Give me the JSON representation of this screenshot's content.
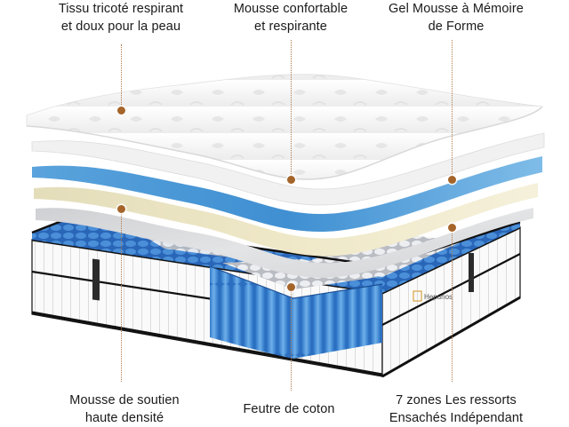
{
  "labels": {
    "top_left": {
      "line1": "Tissu tricoté respirant",
      "line2": "et doux pour la peau"
    },
    "top_center": {
      "line1": "Mousse confortable",
      "line2": "et respirante"
    },
    "top_right": {
      "line1": "Gel Mousse à Mémoire",
      "line2": "de Forme"
    },
    "bottom_left": {
      "line1": "Mousse de soutien",
      "line2": "haute densité"
    },
    "bottom_center": {
      "line1": "Feutre de coton"
    },
    "bottom_right": {
      "line1": "7 zones Les ressorts",
      "line2": "Ensachés Indépendant"
    }
  },
  "brand": {
    "name": "Hepunos"
  },
  "colors": {
    "marker": "#a5652a",
    "leader": "#b07a4a",
    "gel_blue": "#4f9ad6",
    "cream": "#ede6c4",
    "spring_blue": "#3d84d6",
    "quilt_white": "#f6f6f6"
  }
}
